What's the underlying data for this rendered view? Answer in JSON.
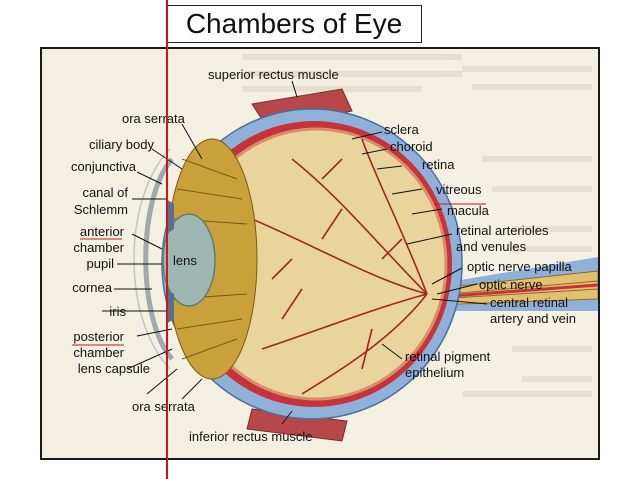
{
  "title": "Chambers of Eye",
  "labels": {
    "superior_rectus_muscle": "superior rectus muscle",
    "ora_serrata_top": "ora serrata",
    "ciliary_body": "ciliary body",
    "conjunctiva": "conjunctiva",
    "canal_of": "canal of",
    "schlemm": "Schlemm",
    "anterior": "anterior",
    "chamber_anterior": "chamber",
    "pupil": "pupil",
    "lens": "lens",
    "cornea": "cornea",
    "iris": "iris",
    "posterior": "posterior",
    "chamber_posterior": "chamber",
    "lens_capsule": "lens capsule",
    "ora_serrata_bottom": "ora serrata",
    "inferior_rectus_muscle": "inferior rectus muscle",
    "sclera": "sclera",
    "choroid": "choroid",
    "retina": "retina",
    "vitreous": "vitreous",
    "macula": "macula",
    "retinal_arterioles": "retinal arterioles",
    "and_venules": "and venules",
    "optic_nerve_papilla": "optic nerve papilla",
    "optic_nerve": "optic nerve",
    "central_retinal": "central retinal",
    "artery_and_vein": "artery and vein",
    "retinal_pigment": "retinal pigment",
    "epithelium": "epithelium"
  },
  "colors": {
    "sclera": "#8fb0d8",
    "choroid": "#c8323a",
    "vitreous": "#e9d49c",
    "ciliary": "#c9a13a",
    "lens": "#9fb7b2",
    "muscle": "#b8474a",
    "vessel": "#9a2a1c",
    "annotation": "#d0141a"
  }
}
